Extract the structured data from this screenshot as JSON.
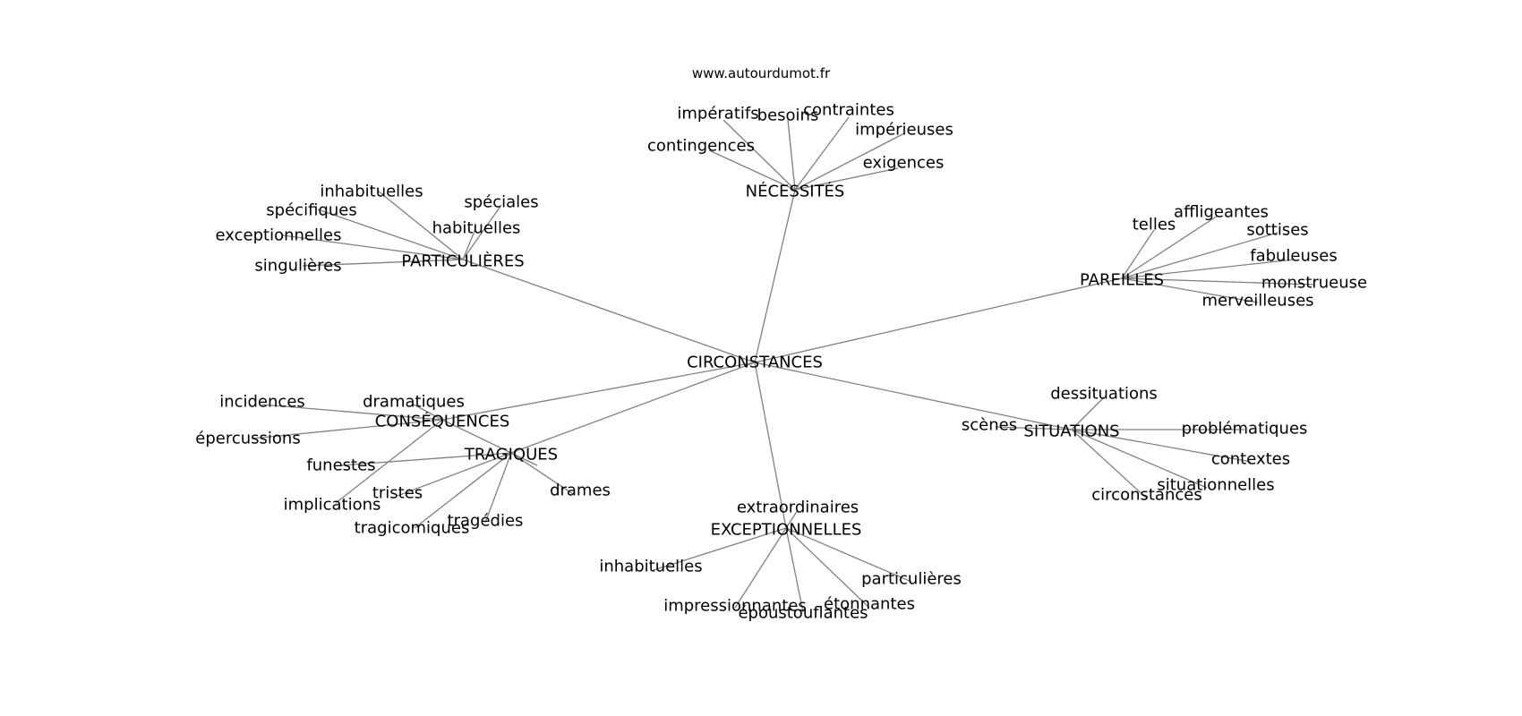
{
  "header": {
    "site": "www.autourdumot.fr"
  },
  "graph": {
    "center": "CIRCONSTANCES",
    "nodes": {
      "necessites": "NÉCESSITÉS",
      "imperatifs": "impératifs",
      "besoins": "besoins",
      "contraintes": "contraintes",
      "imperieuses": "impérieuses",
      "contingences": "contingences",
      "exigences": "exigences",
      "particulieres": "PARTICULIÈRES",
      "inhabituelles_p": "inhabituelles",
      "speciales": "spéciales",
      "specifiques": "spécifiques",
      "habituelles": "habituelles",
      "exceptionnelles_p": "exceptionnelles",
      "singulieres": "singulières",
      "pareilles": "PAREILLES",
      "telles": "telles",
      "affligeantes": "affligeantes",
      "sottises": "sottises",
      "fabuleuses": "fabuleuses",
      "monstrueuse": "monstrueuse",
      "merveilleuses": "merveilleuses",
      "consequences": "CONSÉQUENCES",
      "incidences": "incidences",
      "dramatiques": "dramatiques",
      "repercussions": "épercussions",
      "implications": "implications",
      "tragiques": "TRAGIQUES",
      "funestes": "funestes",
      "tristes": "tristes",
      "drames": "drames",
      "tragicomiques": "tragicomiques",
      "tragedies": "tragédies",
      "situations": "SITUATIONS",
      "dessituations": "dessituations",
      "scenes": "scènes",
      "problematiques": "problématiques",
      "contextes": "contextes",
      "situationnelles": "situationnelles",
      "circonstances_s": "circonstances",
      "exceptionnelles": "EXCEPTIONNELLES",
      "extraordinaires": "extraordinaires",
      "inhabituelles_e": "inhabituelles",
      "particulieres_e": "particulières",
      "impressionnantes": "impressionnantes",
      "etonnantes": "étonnantes",
      "epoustouflantes": "époustouflantes"
    }
  }
}
